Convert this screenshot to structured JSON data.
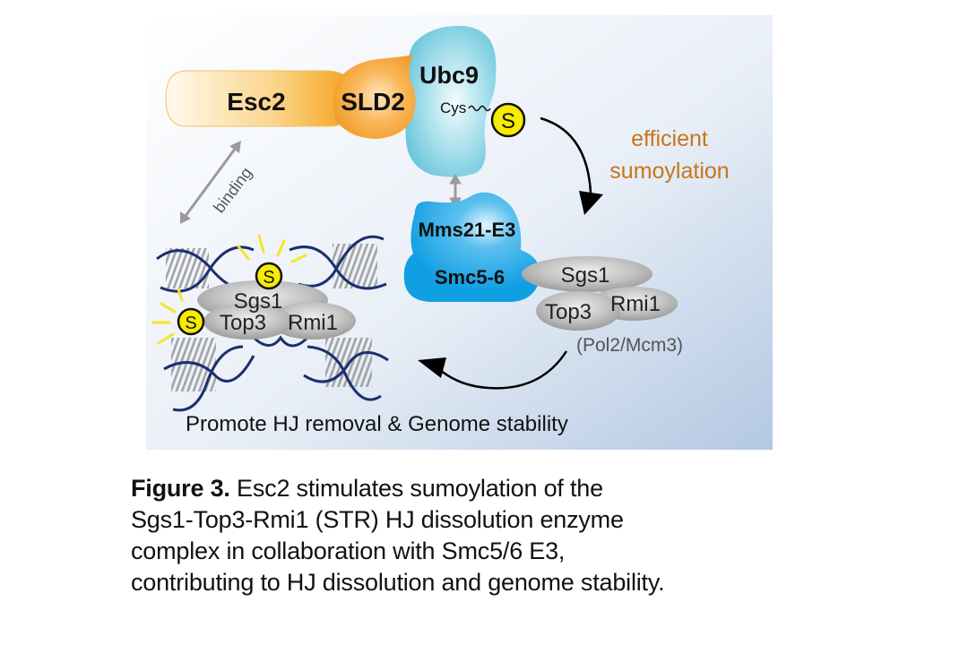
{
  "figure": {
    "proteins": {
      "esc2": "Esc2",
      "sld2": "SLD2",
      "ubc9": "Ubc9",
      "cys": "Cys",
      "sumo": "S",
      "mms21": "Mms21-E3",
      "smc56": "Smc5-6",
      "sgs1": "Sgs1",
      "top3": "Top3",
      "rmi1": "Rmi1"
    },
    "labels": {
      "binding": "binding",
      "efficient": "efficient",
      "sumoylation": "sumoylation",
      "pol2_mcm3": "(Pol2/Mcm3)",
      "outcome": "Promote HJ removal & Genome stability"
    },
    "colors": {
      "esc2_orange": "#f5a623",
      "ubc9_cyan": "#7fcfe0",
      "smc_blue": "#1aa3e0",
      "sumo_yellow": "#f2e800",
      "sumoylation_text": "#c87519",
      "dna_navy": "#1c2f6e",
      "str_gray": "#a9a9a9"
    }
  },
  "caption": {
    "label": "Figure 3.",
    "lines": [
      " Esc2 stimulates sumoylation of the",
      "Sgs1-Top3-Rmi1 (STR) HJ dissolution enzyme",
      "complex in collaboration with Smc5/6 E3,",
      "contributing to HJ dissolution and genome stability."
    ]
  }
}
